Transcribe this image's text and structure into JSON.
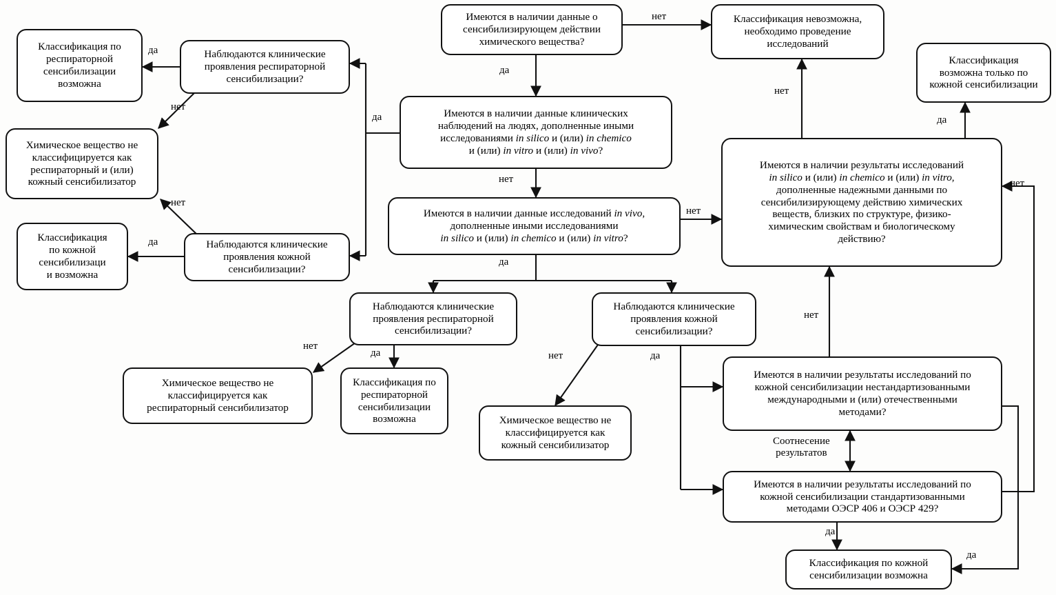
{
  "diagram": {
    "title": "Схема классификации химического вещества по сенсибилизирующему действию",
    "language": "ru",
    "colors": {
      "stroke": "#111111",
      "fill": "#ffffff",
      "text": "#000000",
      "background": "#fdfdfc"
    }
  },
  "nodes": {
    "start_data_available": "Имеются в наличии данные о\nсенсибилизирующем действии\nхимического вещества?",
    "cannot_classify": "Классификация невозможна,\nнеобходимо проведение\nисследований",
    "human_clinical_data": "Имеются в наличии данные клинических\nнаблюдений на людях, дополненные иными\nисследованиями in silico и (или) in chemico\nи (или) in vitro и (или) in vivo?",
    "invivo_data": "Имеются в наличии данные исследований in vivo,\nдополненные иными исследованиями\nin silico и (или) in chemico и (или) in vitro?",
    "resp_clinical_top": "Наблюдаются клинические\nпроявления респираторной\nсенсибилизации?",
    "skin_clinical_top": "Наблюдаются клинические\nпроявления кожной\nсенсибилизации?",
    "resp_class_possible_left": "Классификация по\nреспираторной\nсенсибилизации\nвозможна",
    "not_classified_both": "Химическое вещество не\nклассифицируется как\nреспираторный и (или)\nкожный сенсибилизатор",
    "skin_class_possible_left": "Классификация\nпо кожной\nсенсибилизаци\nи возможна",
    "resp_clinical_mid": "Наблюдаются клинические\nпроявления респираторной\nсенсибилизации?",
    "skin_clinical_mid": "Наблюдаются клинические\nпроявления кожной\nсенсибилизации?",
    "not_resp_sensitizer": "Химическое вещество не\nклассифицируется как\nреспираторный сенсибилизатор",
    "resp_class_possible_mid": "Классификация по\nреспираторной\nсенсибилизации\nвозможна",
    "not_skin_sensitizer": "Химическое вещество не\nклассифицируется как\nкожный сенсибилизатор",
    "insilico_structure": "Имеются в наличии результаты исследований\nin silico и (или) in chemico и (или) in vitro,\nдополненные надежными данными по\nсенсибилизирующему действию химических\nвеществ, близких по структуре, физико-\nхимическим свойствам и биологическому\nдействию?",
    "skin_only_classification": "Классификация\nвозможна только по\nкожной сенсибилизации",
    "nonstandard_methods": "Имеются в наличии результаты исследований по\nкожной сенсибилизации нестандартизованными\nмеждународными и (или) отечественными\nметодами?",
    "standard_methods": "Имеются в наличии результаты исследований по\nкожной сенсибилизации стандартизованными\nметодами ОЭСР 406 и ОЭСР 429?",
    "skin_class_possible_bottom": "Классификация по кожной\nсенсибилизации возможна"
  },
  "edge_labels": {
    "start_no": "нет",
    "start_yes": "да",
    "human_yes": "да",
    "human_no": "нет",
    "resp_top_yes": "да",
    "resp_top_no": "нет",
    "skin_top_yes": "да",
    "skin_top_no": "нет",
    "invivo_yes": "да",
    "invivo_no": "нет",
    "resp_mid_no": "нет",
    "resp_mid_yes": "да",
    "skin_mid_no": "нет",
    "skin_mid_yes": "да",
    "insilico_no_up": "нет",
    "insilico_yes": "да",
    "insilico_no_right": "нет",
    "correlation": "Соотнесение\nрезультатов",
    "standard_yes": "да",
    "nonstandard_yes": "да"
  }
}
